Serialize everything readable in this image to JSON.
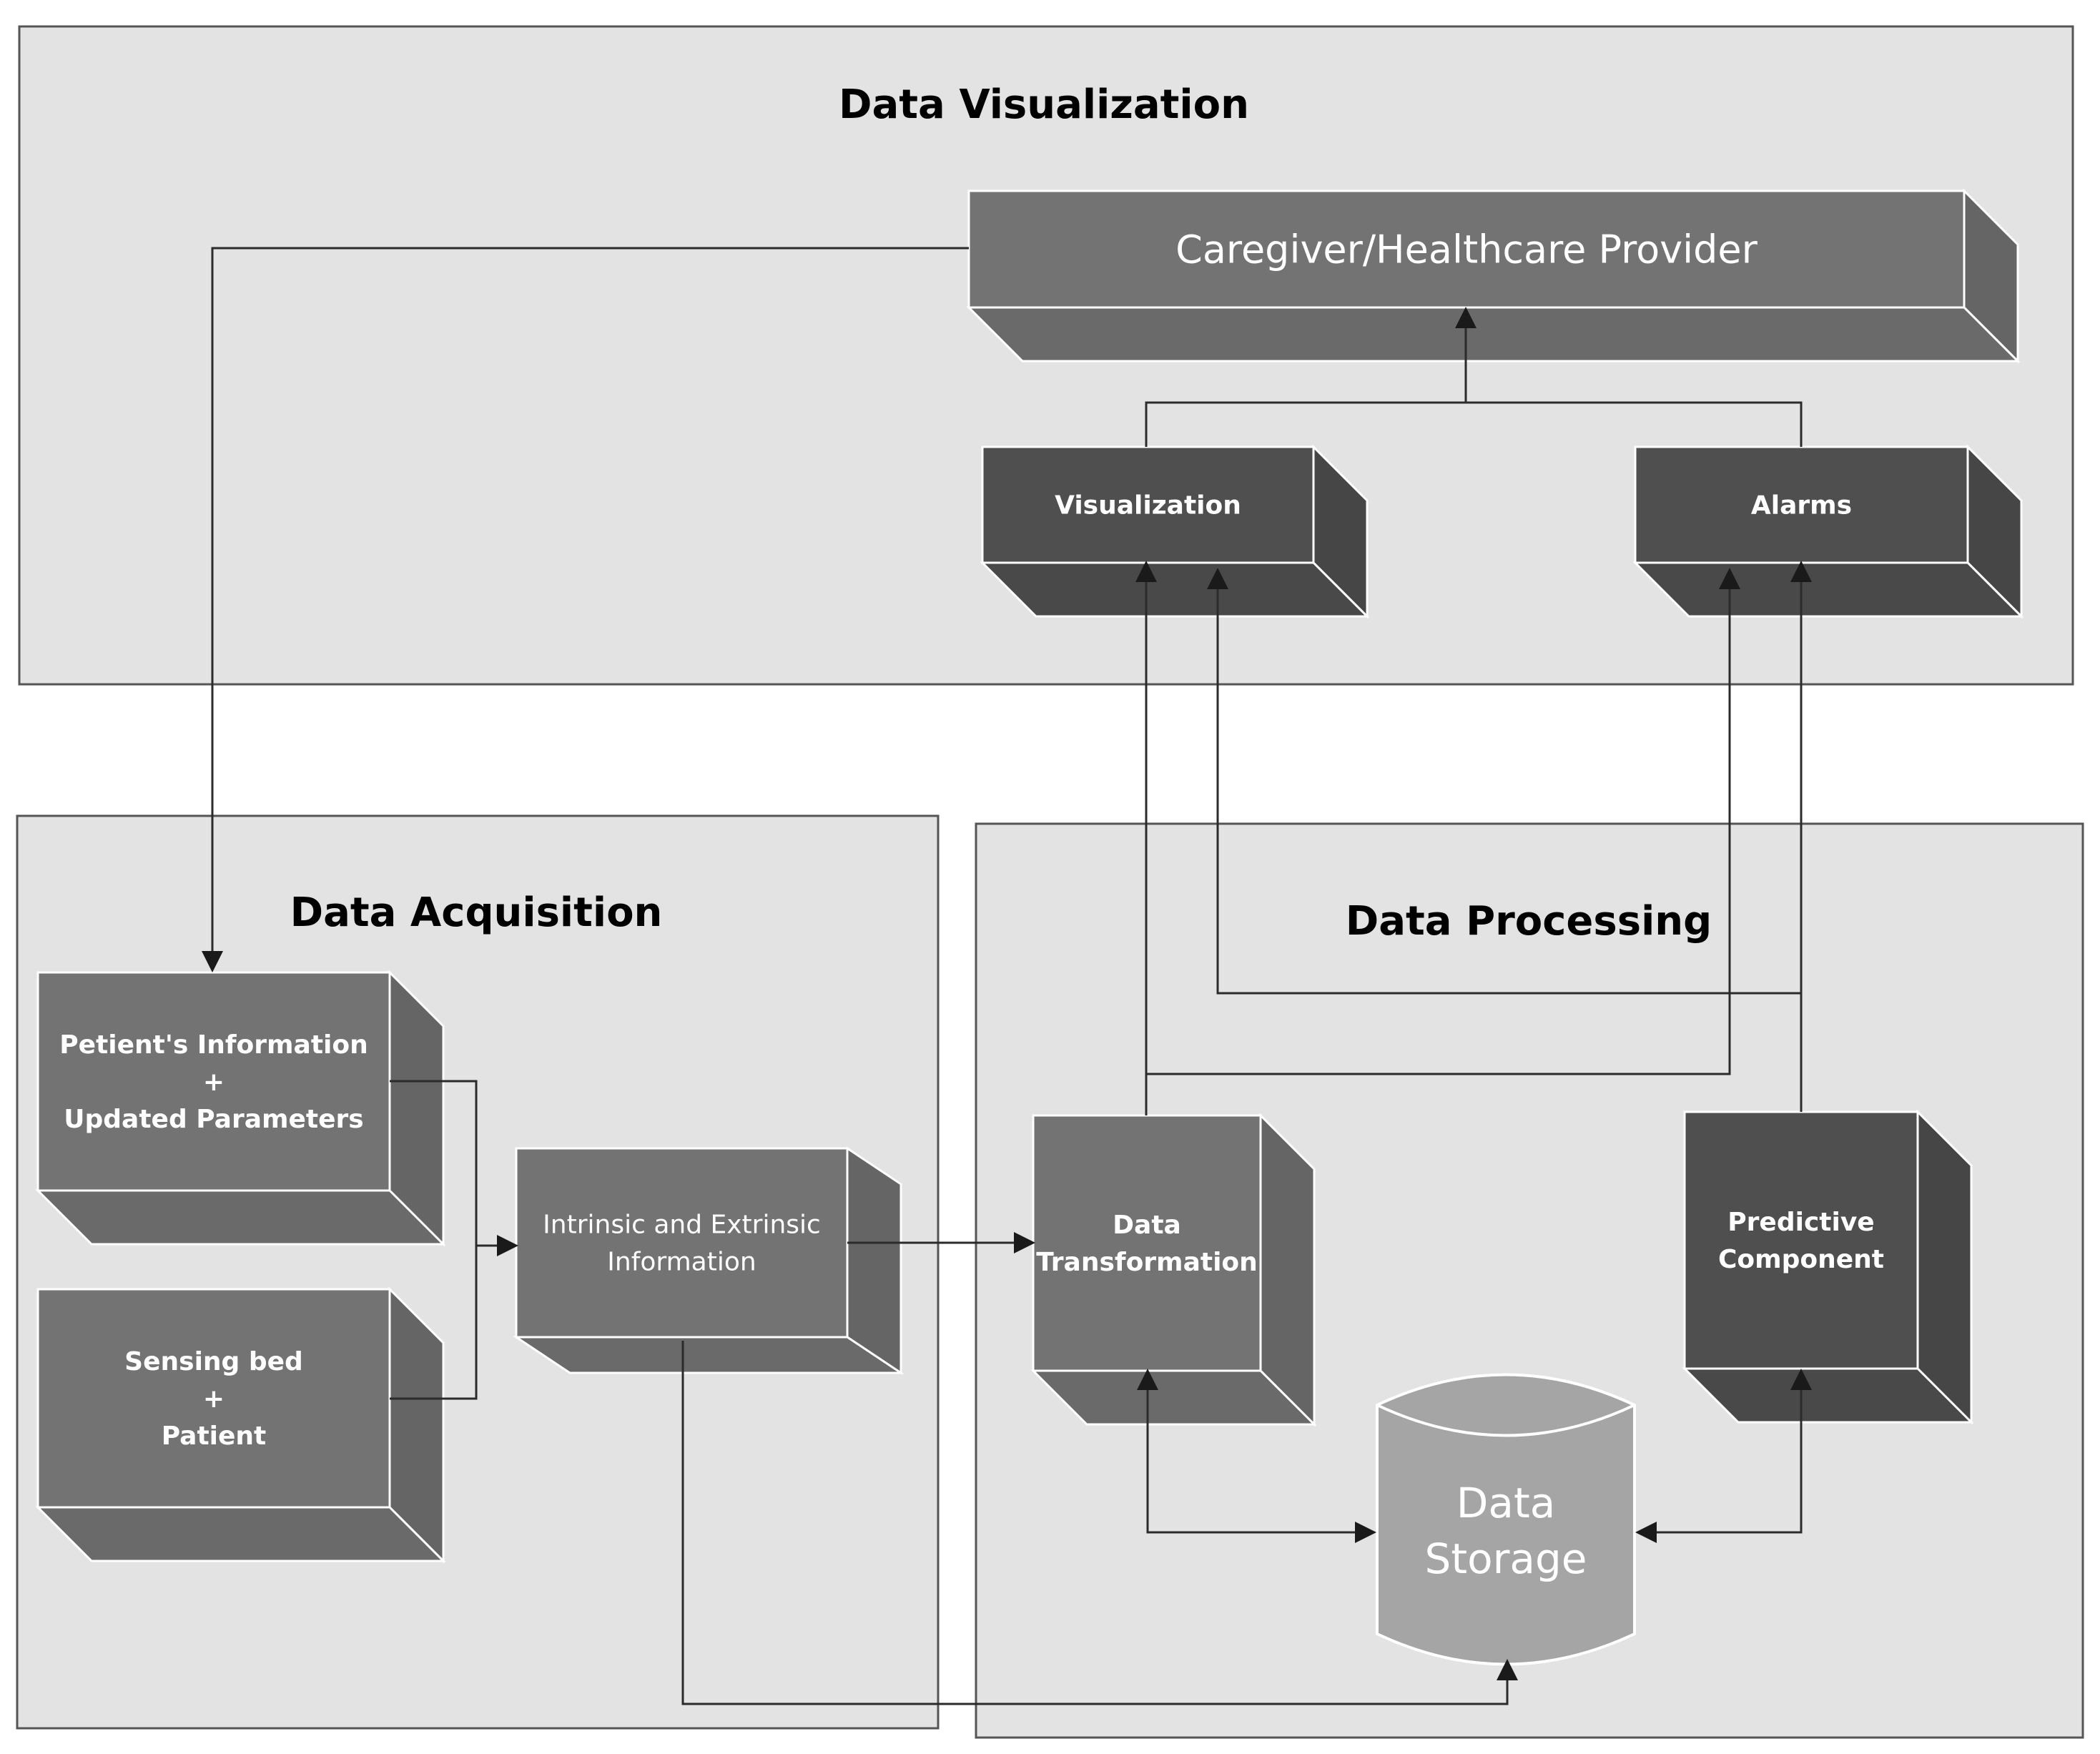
{
  "panels": {
    "visualization": "Data Visualization",
    "acquisition": "Data Acquisition",
    "processing": "Data Processing"
  },
  "boxes": {
    "caregiver": [
      "Caregiver/Healthcare Provider"
    ],
    "visualization": [
      "Visualization"
    ],
    "alarms": [
      "Alarms"
    ],
    "patient_info": [
      "Petient's Information",
      "+",
      "Updated Parameters"
    ],
    "sensing_bed": [
      "Sensing bed",
      "+",
      "Patient"
    ],
    "intrinsic_extrinsic": [
      "Intrinsic and Extrinsic",
      "Information"
    ],
    "data_transformation": [
      "Data",
      "Transformation"
    ],
    "predictive": [
      "Predictive",
      "Component"
    ],
    "data_storage": [
      "Data",
      "Storage"
    ]
  },
  "colors": {
    "panel": "#e3e3e3",
    "box_medium": "#737373",
    "box_dark": "#4f4f4f",
    "cylinder": "#a5a5a5",
    "line": "#2b2b2b"
  }
}
